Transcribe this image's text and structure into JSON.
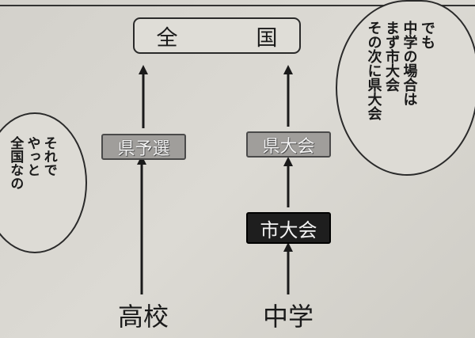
{
  "nodes": {
    "zenkoku": "全　国",
    "ken_yosen": "県予選",
    "ken_taikai": "県大会",
    "shi_taikai": "市大会",
    "koukou": "高校",
    "chugaku": "中学"
  },
  "bubble_left": {
    "lines": [
      "それで",
      "やっと",
      "全国なの"
    ]
  },
  "bubble_right": {
    "lines": [
      "でも",
      "中学の場合は",
      "まず市大会",
      "その次に県大会"
    ]
  }
}
